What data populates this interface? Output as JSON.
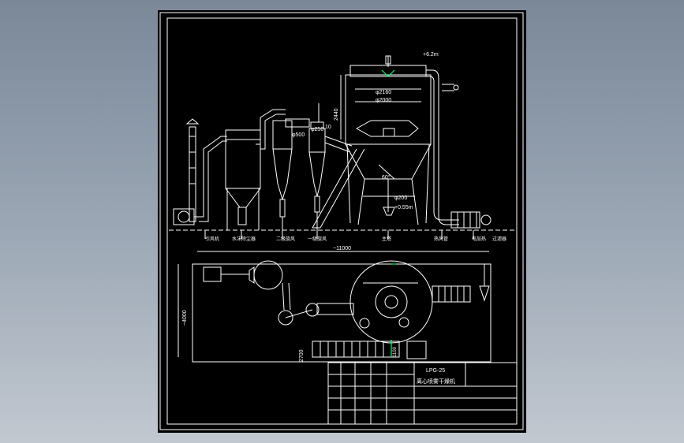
{
  "drawing": {
    "elevation": {
      "top_level": "+6.2m",
      "dim_2160": "φ2160",
      "dim_2000": "φ2000",
      "height_2440": "2440",
      "dia_500": "φ500",
      "dia_250": "φ250",
      "angle": "60°",
      "dia_200": "φ200",
      "low_level": "+0.55m",
      "dim_10": "10"
    },
    "component_labels": [
      "引风机",
      "水沫除尘器",
      "二级旋风",
      "一级旋风",
      "主塔",
      "热风管",
      "电加热",
      "过滤器"
    ],
    "plan": {
      "length": "~11000",
      "width": "~4000",
      "offset": "2700",
      "spacing": "1100"
    },
    "title_block": {
      "model": "LPG-25",
      "name": "离心喷雾干燥机"
    }
  },
  "colors": {
    "line": "#ffffff",
    "accent": "#00ff66",
    "sheet": "#000000"
  }
}
